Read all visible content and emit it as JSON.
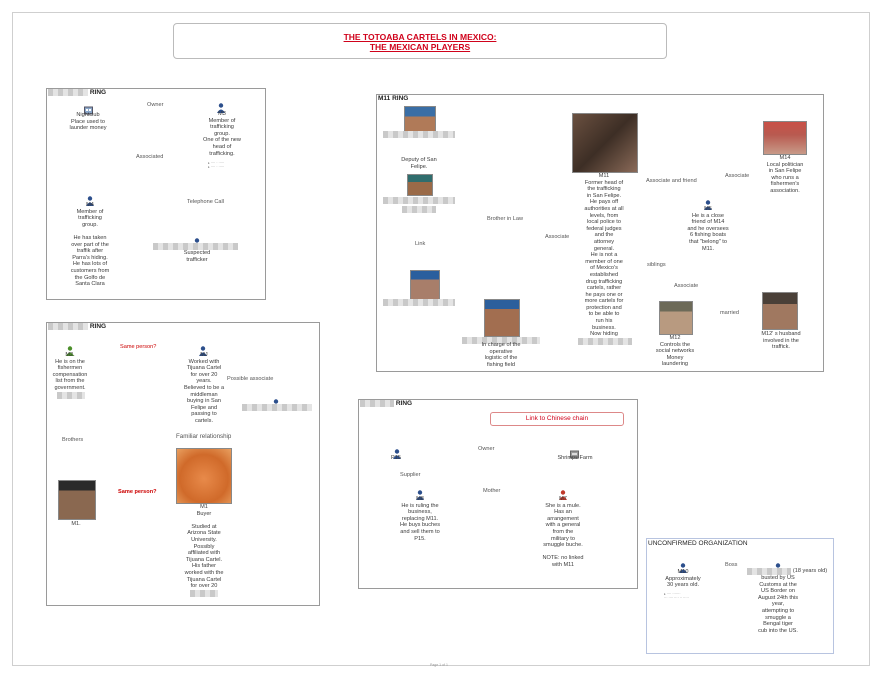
{
  "title": {
    "line1": "THE TOTOABA CARTELS IN MEXICO:",
    "line2": "THE MEXICAN PLAYERS"
  },
  "panel_tl": {
    "title": "RING",
    "edges": {
      "owner": "Owner",
      "associated": "Associated",
      "telephone": "Telephone Call"
    },
    "nightclub": "Nightclub\nPlace used to\nlaunder money",
    "m3": "M3\nMember of\ntrafficking\ngroup.\nOne of the new\nhead of\ntrafficking.",
    "m4": "M4\nMember of\ntrafficking\ngroup.\n\nHe has taken\nover part of the\ntraffik after\nParra's hiding.\nHe has lots of\ncustomers from\nthe Golfo de\nSanta Clara",
    "trafficker": "Suspected\ntrafficker"
  },
  "panel_m11": {
    "title": "M11 RING",
    "deputy": "Deputy of San\nFelipe.",
    "m11": "M11\nFormer head of\nthe trafficking\nin San Felipe.\nHe pays off\nauthorities at all\nlevels, from\nlocal police to\nfederal judges\nand the\nattorney\ngeneral.\nHe is not a\nmember of one\nof Mexico's\nestablished\ndrug trafficking\ncartels, rather\nhe pays one or\nmore cartels for\nprotection and\nto be able to\nrun his\nbusiness.\nNow hiding\nfrom police.",
    "m14": "M14\nLocal politician\nin San Felipe\nwho runs a\nfishermen's\nassociation.",
    "m5": "M5\nHe is a close\nfriend of  M14\nand he oversees\n6 fishing boats\nthat \"belong\" to\nM11.",
    "m12": "M12\nControls the\nsocial networks\nMoney\nlaundering",
    "m12_husband": "M12' s husband\ninvolved in the\ntraffick.",
    "logistic": "In charge of the\noperative\nlogistic of the\nfishing field",
    "edges": {
      "associate_friend": "Associate and friend",
      "associate1": "Associate",
      "brother_in_law": "Brother in Law",
      "associate2": "Associate",
      "link": "Link",
      "siblings": "siblings",
      "associate3": "Associate",
      "married": "married"
    }
  },
  "panel_bl": {
    "title": "RING",
    "m2": "M2.\nHe is on the\nfishermen\ncompensation\nlist from the\ngovernment.",
    "mj": "MJ\nWorked with\nTijuana Cartel\nfor over 20\nyears.\nBelieved to be a\nmiddleman\nbuying in San\nFelipe and\npassing to\ncartels.",
    "m1": "M1.",
    "buyer": "M1\nBuyer\n\nStudied at\nArizona State\nUniversity.\nPossibly\naffiliated with\nTijuana Cartel.\nHis father\nworked with the\nTijuana Cartel\nfor over 20\nyears.",
    "edges": {
      "same1": "Same person?",
      "possible": "Possible associate",
      "familiar": "Familiar relationship",
      "brothers": "Brothers",
      "same2": "Same person?"
    }
  },
  "panel_bc": {
    "title": "RING",
    "chinese": "Link to Chinese chain",
    "p15": "P15",
    "shrimps": "Shrimps Farm",
    "m8": "M8\nHe is ruling the\nbusiness,\nreplacing M11.\nHe buys buches\nand sell them to\nP15.",
    "m7": "M7\nShe is a mule.\nHas an\narrangement\nwith a general\nfrom the\nmilitary to\nsmuggle buche.\n\nNOTE: no linked\nwith M11",
    "edges": {
      "owner": "Owner",
      "supplier": "Supplier",
      "mother": "Mother"
    }
  },
  "panel_br": {
    "title": "UNCONFIRMED ORGANIZATION",
    "m10": "M10\nApproximately\n30 years old.",
    "boss": "Boss",
    "age": "(18 years old)",
    "busted": "busted by US\nCustoms at the\nUS Border on\nAugust 24th this\nyear,\nattempting to\nsmuggle a\nBengal tiger\ncub into the US."
  },
  "footer": "Page 1 of 1",
  "colors": {
    "title_red": "#d0021b",
    "person_blue": "#2c4f8c",
    "person_green": "#4b8f2a",
    "person_red": "#c0392b"
  }
}
